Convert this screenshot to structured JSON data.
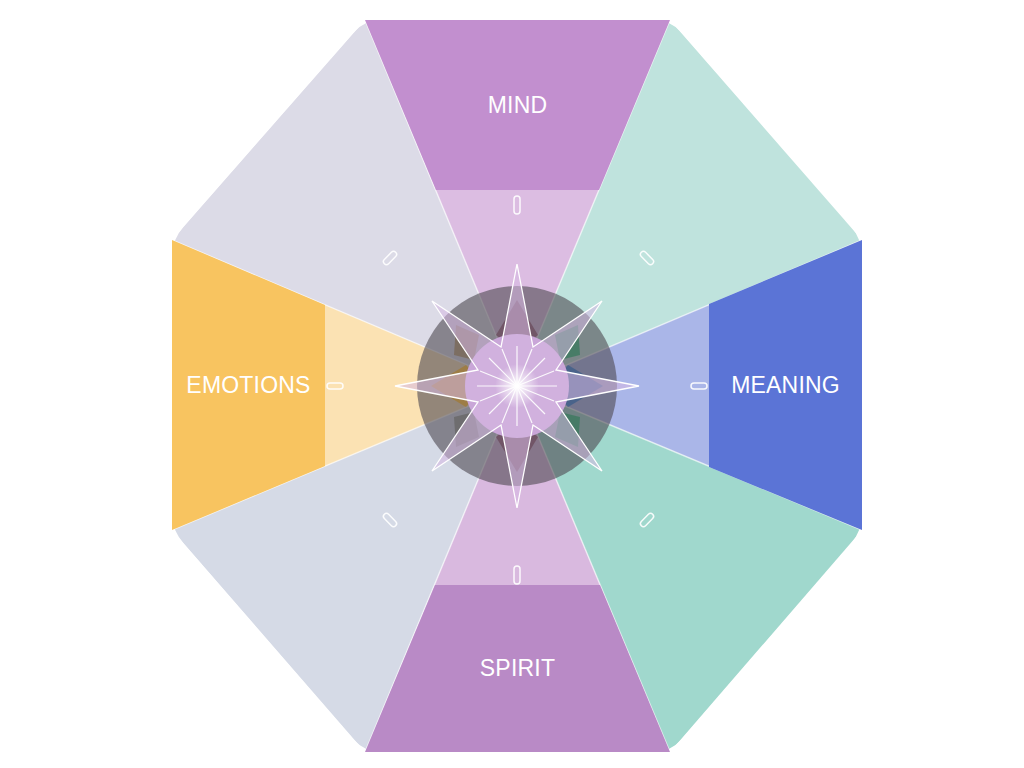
{
  "diagram": {
    "nodes": [
      {
        "text": [
          "MIND"
        ]
      },
      {
        "text": [
          "EMOTIONS"
        ]
      },
      {
        "text": [
          "MEANING"
        ]
      },
      {
        "text": [
          "SPIRIT"
        ]
      }
    ]
  }
}
